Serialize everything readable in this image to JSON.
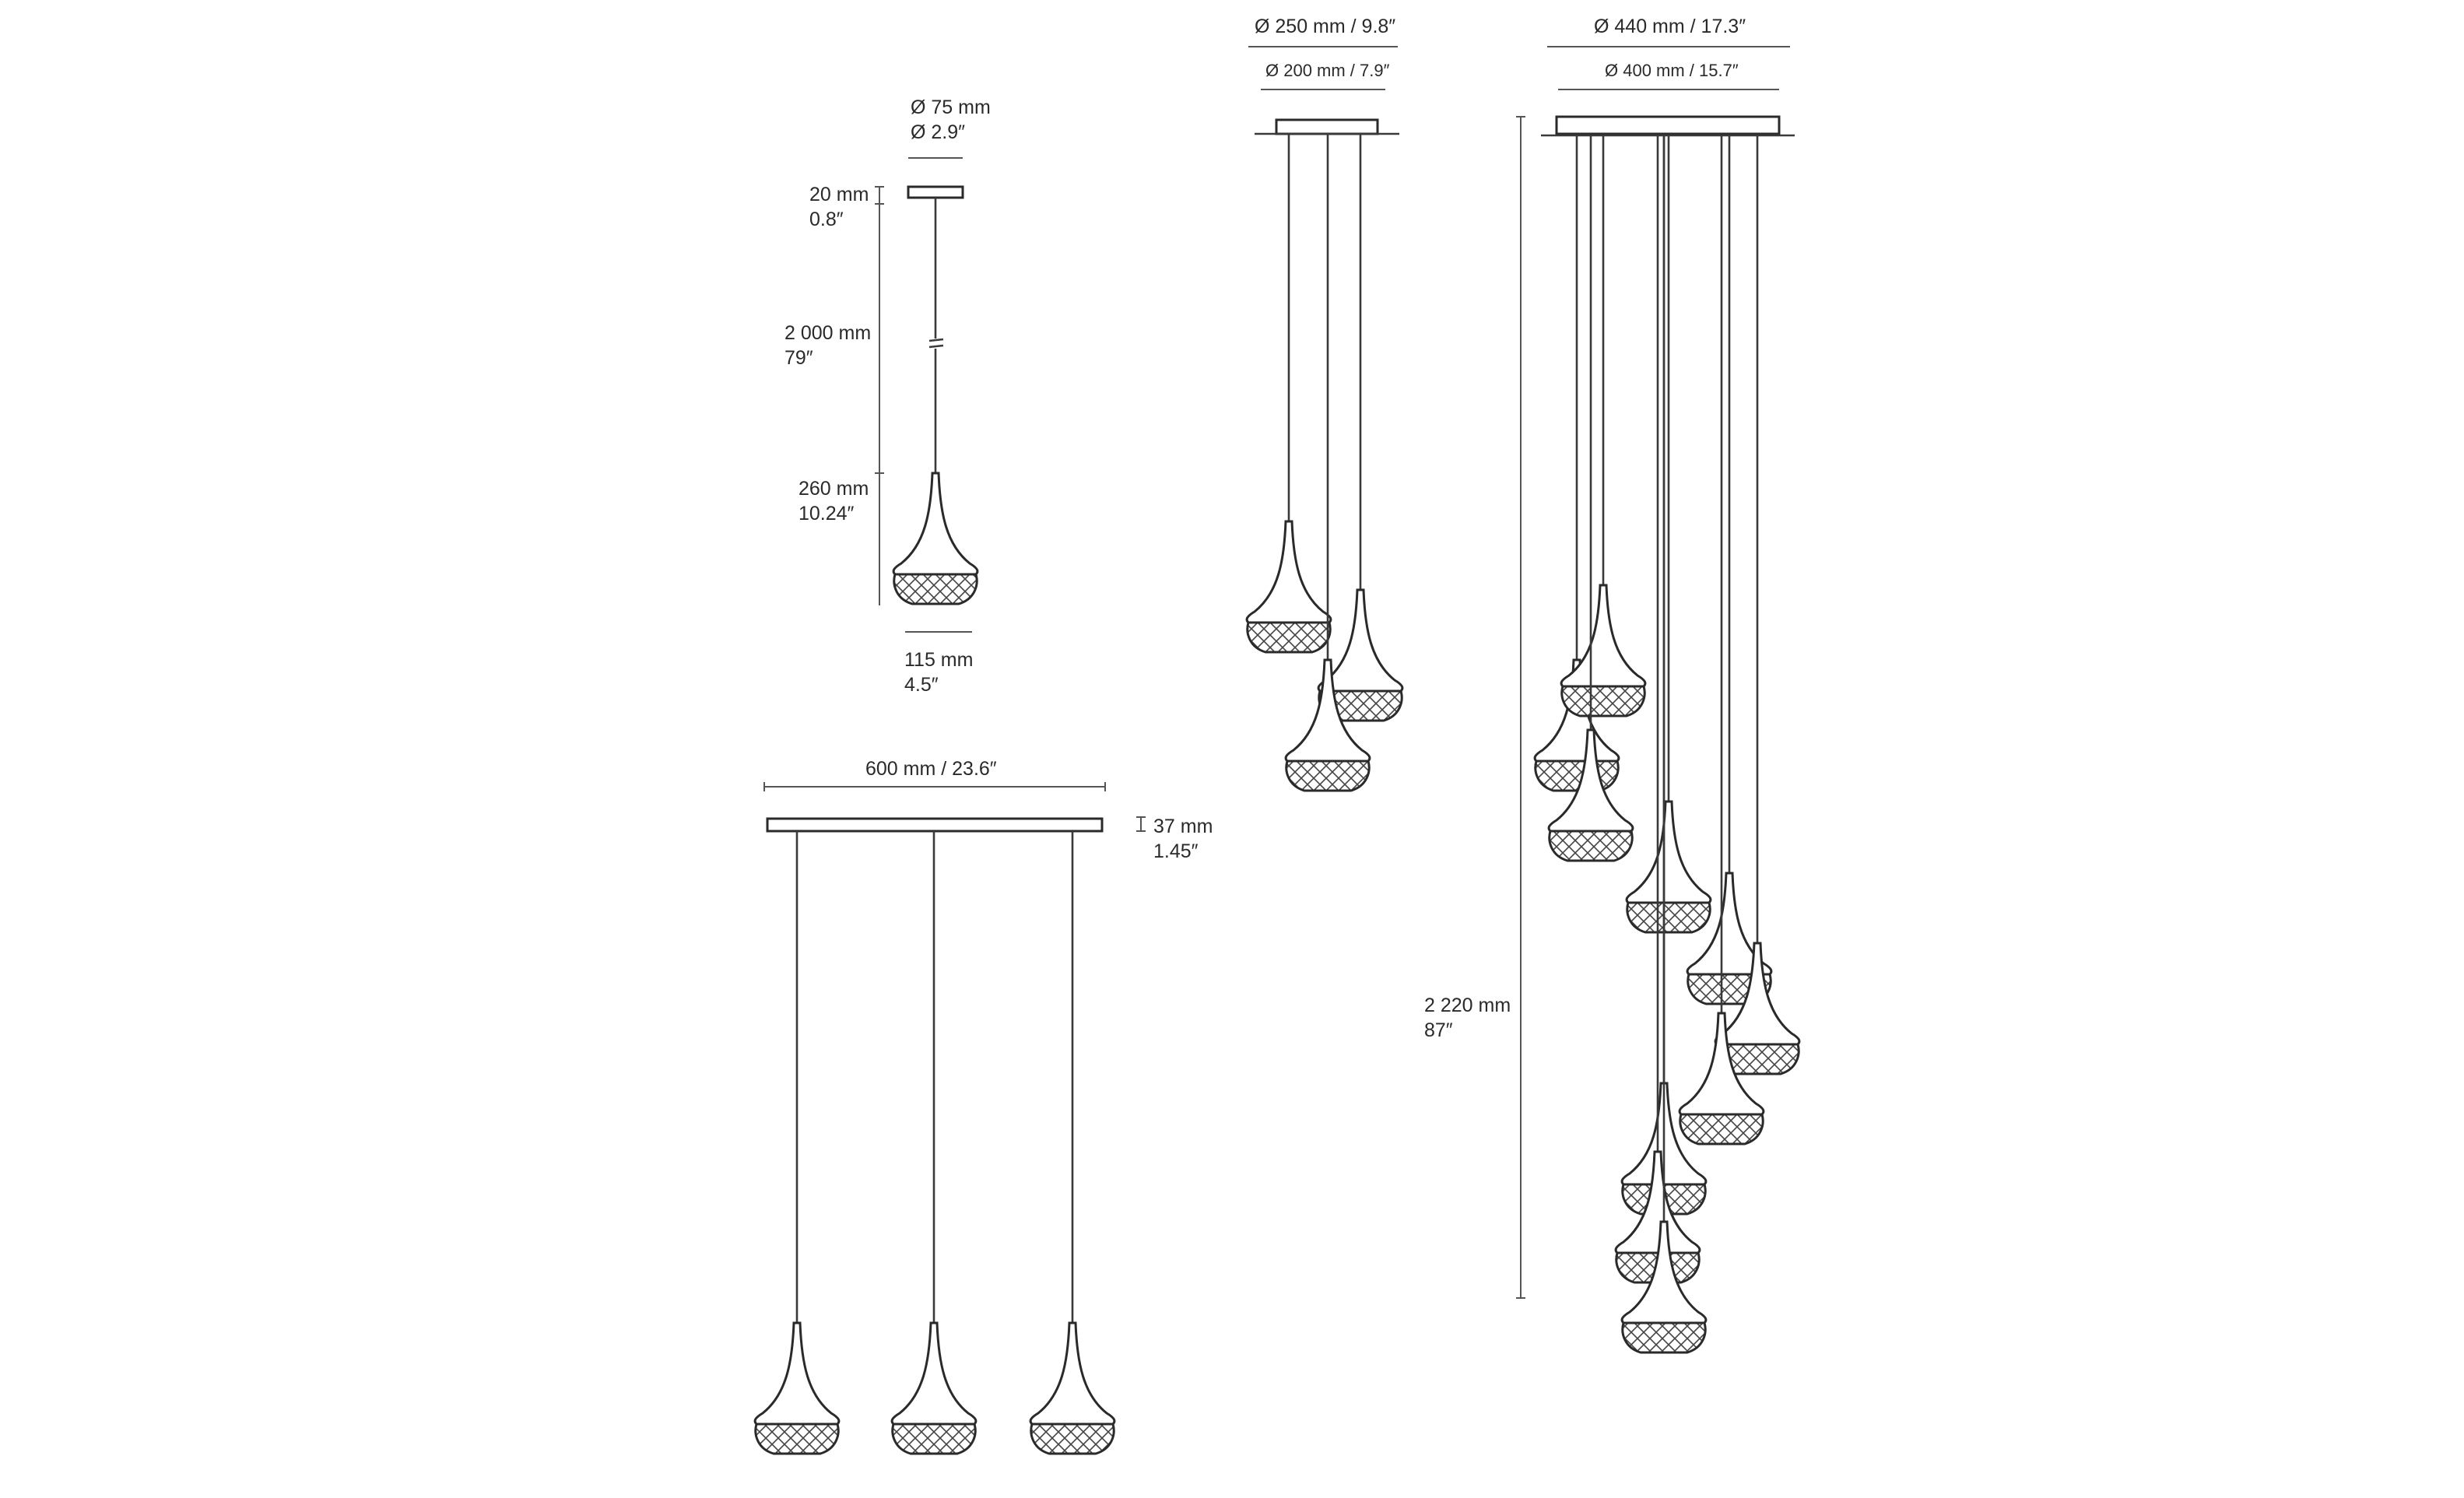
{
  "single": {
    "canopy_diameter": [
      "Ø 75 mm",
      "Ø 2.9″"
    ],
    "canopy_height": [
      "20 mm",
      "0.8″"
    ],
    "cable_length": [
      "2 000 mm",
      "79″"
    ],
    "shade_height": [
      "260 mm",
      "10.24″"
    ],
    "shade_diameter": [
      "115 mm",
      "4.5″"
    ]
  },
  "linear": {
    "width": "600 mm / 23.6″",
    "canopy_height": [
      "37 mm",
      "1.45″"
    ]
  },
  "cluster3": {
    "outer_diameter": "Ø 250 mm / 9.8″",
    "inner_diameter": "Ø 200 mm / 7.9″"
  },
  "cluster10": {
    "outer_diameter": "Ø 440 mm / 17.3″",
    "inner_diameter": "Ø 400 mm / 15.7″",
    "total_height": [
      "2 220 mm",
      "87″"
    ]
  }
}
